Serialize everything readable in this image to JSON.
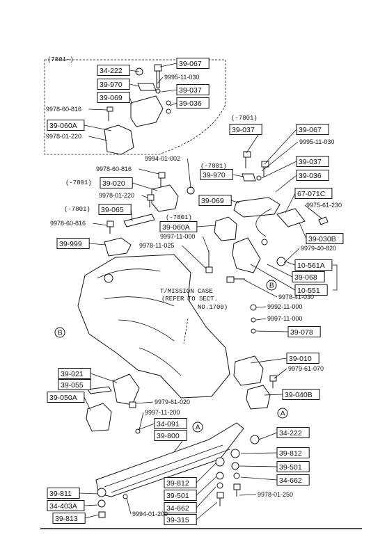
{
  "diagram": {
    "variant_note": "(7801-)",
    "boxed_labels": [
      {
        "id": "b1",
        "text": "34-222"
      },
      {
        "id": "b2",
        "text": "39-067"
      },
      {
        "id": "b3",
        "text": "39-970"
      },
      {
        "id": "b4",
        "text": "39-037"
      },
      {
        "id": "b5",
        "text": "39-069"
      },
      {
        "id": "b6",
        "text": "39-036"
      },
      {
        "id": "b7",
        "text": "39-060A"
      },
      {
        "id": "b8",
        "text": "39-037"
      },
      {
        "id": "b9",
        "text": "39-067"
      },
      {
        "id": "b10",
        "text": "39-970"
      },
      {
        "id": "b11",
        "text": "39-020"
      },
      {
        "id": "b12",
        "text": "39-037"
      },
      {
        "id": "b13",
        "text": "39-036"
      },
      {
        "id": "b14",
        "text": "39-069"
      },
      {
        "id": "b15",
        "text": "67-071C"
      },
      {
        "id": "b16",
        "text": "39-065"
      },
      {
        "id": "b17",
        "text": "39-060A"
      },
      {
        "id": "b18",
        "text": "39-999"
      },
      {
        "id": "b19",
        "text": "39-030B"
      },
      {
        "id": "b20",
        "text": "10-561A"
      },
      {
        "id": "b21",
        "text": "39-068"
      },
      {
        "id": "b22",
        "text": "10-551"
      },
      {
        "id": "b23",
        "text": "39-078"
      },
      {
        "id": "b24",
        "text": "39-010"
      },
      {
        "id": "b25",
        "text": "39-021"
      },
      {
        "id": "b26",
        "text": "39-055"
      },
      {
        "id": "b27",
        "text": "39-050A"
      },
      {
        "id": "b28",
        "text": "39-040B"
      },
      {
        "id": "b29",
        "text": "34-091"
      },
      {
        "id": "b30",
        "text": "39-800"
      },
      {
        "id": "b31",
        "text": "34-222"
      },
      {
        "id": "b32",
        "text": "39-812"
      },
      {
        "id": "b33",
        "text": "39-501"
      },
      {
        "id": "b34",
        "text": "34-662"
      },
      {
        "id": "b35",
        "text": "39-811"
      },
      {
        "id": "b36",
        "text": "34-403A"
      },
      {
        "id": "b37",
        "text": "39-813"
      },
      {
        "id": "b38",
        "text": "39-812"
      },
      {
        "id": "b39",
        "text": "39-501"
      },
      {
        "id": "b40",
        "text": "34-662"
      },
      {
        "id": "b41",
        "text": "39-315"
      }
    ],
    "plain_numbers": [
      {
        "id": "n1",
        "text": "9995-11-030"
      },
      {
        "id": "n2",
        "text": "9978-60-816"
      },
      {
        "id": "n3",
        "text": "9978-01-220"
      },
      {
        "id": "n4",
        "text": "9995-11-030"
      },
      {
        "id": "n5",
        "text": "9994-01-002"
      },
      {
        "id": "n6",
        "text": "9978-60-816"
      },
      {
        "id": "n7",
        "text": "9978-01-220"
      },
      {
        "id": "n8",
        "text": "9975-61-230"
      },
      {
        "id": "n9",
        "text": "9978-60-816"
      },
      {
        "id": "n10",
        "text": "9997-11-000"
      },
      {
        "id": "n11",
        "text": "9978-11-025"
      },
      {
        "id": "n12",
        "text": "9979-40-820"
      },
      {
        "id": "n13",
        "text": "9978-41-030"
      },
      {
        "id": "n14",
        "text": "9992-11-000"
      },
      {
        "id": "n15",
        "text": "9997-11-000"
      },
      {
        "id": "n16",
        "text": "9979-61-070"
      },
      {
        "id": "n17",
        "text": "9979-61-020"
      },
      {
        "id": "n18",
        "text": "9997-11-200"
      },
      {
        "id": "n19",
        "text": "9978-01-250"
      },
      {
        "id": "n20",
        "text": "9994-01-200"
      }
    ],
    "qualifiers": [
      {
        "id": "q1",
        "text": "(-7801)"
      },
      {
        "id": "q2",
        "text": "(-7801)"
      },
      {
        "id": "q3",
        "text": "(-7801)"
      },
      {
        "id": "q4",
        "text": "(-7801)"
      },
      {
        "id": "q5",
        "text": "(-7801)"
      }
    ],
    "transmission_note": [
      "T/MISSION CASE",
      "(REFER TO SECT.",
      "NO.1700)"
    ],
    "ref_markers": [
      {
        "id": "m1",
        "text": "B"
      },
      {
        "id": "m2",
        "text": "B"
      },
      {
        "id": "m3",
        "text": "A"
      },
      {
        "id": "m4",
        "text": "A"
      }
    ]
  }
}
